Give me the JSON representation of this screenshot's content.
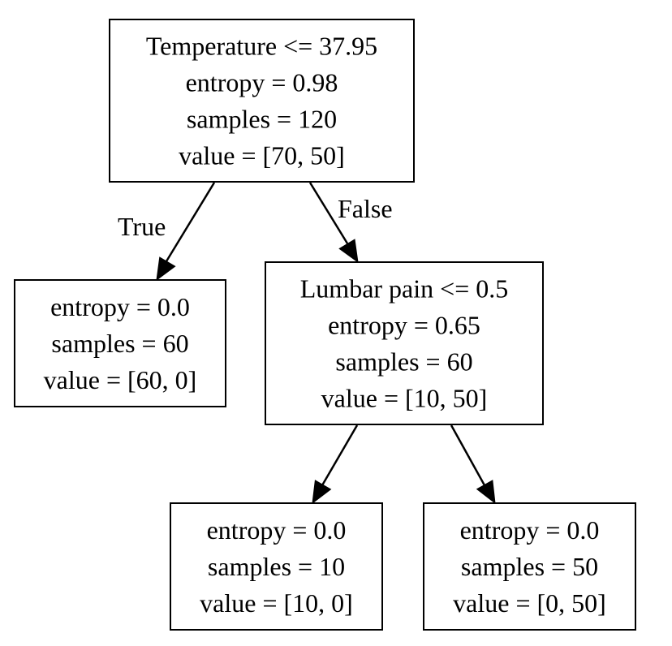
{
  "tree": {
    "nodes": [
      {
        "id": "root",
        "lines": [
          "Temperature <= 37.95",
          "entropy = 0.98",
          "samples = 120",
          "value = [70, 50]"
        ]
      },
      {
        "id": "left",
        "lines": [
          "entropy = 0.0",
          "samples = 60",
          "value = [60, 0]"
        ]
      },
      {
        "id": "right",
        "lines": [
          "Lumbar pain <= 0.5",
          "entropy = 0.65",
          "samples = 60",
          "value = [10, 50]"
        ]
      },
      {
        "id": "right-left",
        "lines": [
          "entropy = 0.0",
          "samples = 10",
          "value = [10, 0]"
        ]
      },
      {
        "id": "right-right",
        "lines": [
          "entropy = 0.0",
          "samples = 50",
          "value = [0, 50]"
        ]
      }
    ],
    "edges": [
      {
        "from": "root",
        "to": "left",
        "label": "True"
      },
      {
        "from": "root",
        "to": "right",
        "label": "False"
      },
      {
        "from": "right",
        "to": "right-left",
        "label": ""
      },
      {
        "from": "right",
        "to": "right-right",
        "label": ""
      }
    ]
  }
}
